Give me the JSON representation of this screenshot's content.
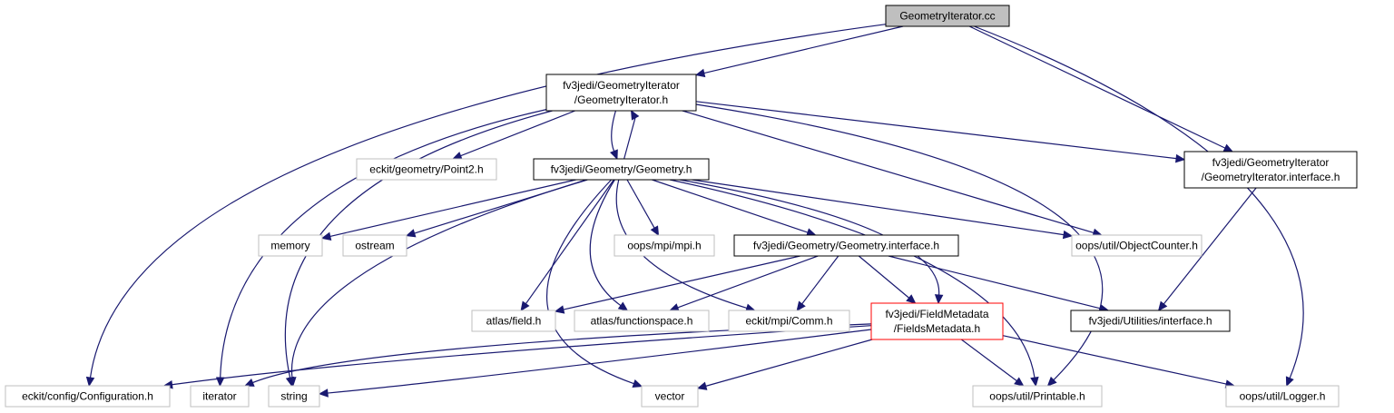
{
  "diagram": {
    "title": "",
    "colors": {
      "edge": "#191970",
      "node_root_fill": "#bfbfbf",
      "node_documented_border": "#000000",
      "node_external_border": "#bfbfbf",
      "node_incomplete_border": "#ff0000",
      "node_fill": "#ffffff"
    },
    "nodes": [
      {
        "id": "root",
        "lines": [
          "GeometryIterator.cc"
        ],
        "style": "root"
      },
      {
        "id": "gi_h",
        "lines": [
          "fv3jedi/GeometryIterator",
          "/GeometryIterator.h"
        ],
        "style": "documented"
      },
      {
        "id": "point2",
        "lines": [
          "eckit/geometry/Point2.h"
        ],
        "style": "external"
      },
      {
        "id": "geom_h",
        "lines": [
          "fv3jedi/Geometry/Geometry.h"
        ],
        "style": "documented"
      },
      {
        "id": "gi_if",
        "lines": [
          "fv3jedi/GeometryIterator",
          "/GeometryIterator.interface.h"
        ],
        "style": "documented"
      },
      {
        "id": "memory",
        "lines": [
          "memory"
        ],
        "style": "external"
      },
      {
        "id": "ostream",
        "lines": [
          "ostream"
        ],
        "style": "external"
      },
      {
        "id": "mpi_h",
        "lines": [
          "oops/mpi/mpi.h"
        ],
        "style": "external"
      },
      {
        "id": "geom_if",
        "lines": [
          "fv3jedi/Geometry/Geometry.interface.h"
        ],
        "style": "documented"
      },
      {
        "id": "objcounter",
        "lines": [
          "oops/util/ObjectCounter.h"
        ],
        "style": "external"
      },
      {
        "id": "field",
        "lines": [
          "atlas/field.h"
        ],
        "style": "external"
      },
      {
        "id": "funcspace",
        "lines": [
          "atlas/functionspace.h"
        ],
        "style": "external"
      },
      {
        "id": "comm",
        "lines": [
          "eckit/mpi/Comm.h"
        ],
        "style": "external"
      },
      {
        "id": "fieldsmeta",
        "lines": [
          "fv3jedi/FieldMetadata",
          "/FieldsMetadata.h"
        ],
        "style": "incomplete"
      },
      {
        "id": "util_if",
        "lines": [
          "fv3jedi/Utilities/interface.h"
        ],
        "style": "documented"
      },
      {
        "id": "config",
        "lines": [
          "eckit/config/Configuration.h"
        ],
        "style": "external"
      },
      {
        "id": "iterator",
        "lines": [
          "iterator"
        ],
        "style": "external"
      },
      {
        "id": "string",
        "lines": [
          "string"
        ],
        "style": "external"
      },
      {
        "id": "vector",
        "lines": [
          "vector"
        ],
        "style": "external"
      },
      {
        "id": "printable",
        "lines": [
          "oops/util/Printable.h"
        ],
        "style": "external"
      },
      {
        "id": "logger",
        "lines": [
          "oops/util/Logger.h"
        ],
        "style": "external"
      }
    ],
    "edges": [
      {
        "from": "root",
        "to": "gi_h"
      },
      {
        "from": "root",
        "to": "config"
      },
      {
        "from": "root",
        "to": "gi_if"
      },
      {
        "from": "root",
        "to": "logger"
      },
      {
        "from": "gi_h",
        "to": "point2"
      },
      {
        "from": "gi_h",
        "to": "geom_h"
      },
      {
        "from": "gi_h",
        "to": "gi_if"
      },
      {
        "from": "gi_h",
        "to": "objcounter"
      },
      {
        "from": "gi_h",
        "to": "printable"
      },
      {
        "from": "gi_h",
        "to": "iterator"
      },
      {
        "from": "gi_h",
        "to": "string"
      },
      {
        "from": "geom_h",
        "to": "gi_h"
      },
      {
        "from": "geom_h",
        "to": "memory"
      },
      {
        "from": "geom_h",
        "to": "ostream"
      },
      {
        "from": "geom_h",
        "to": "mpi_h"
      },
      {
        "from": "geom_h",
        "to": "geom_if"
      },
      {
        "from": "geom_h",
        "to": "objcounter"
      },
      {
        "from": "geom_h",
        "to": "field"
      },
      {
        "from": "geom_h",
        "to": "funcspace"
      },
      {
        "from": "geom_h",
        "to": "comm"
      },
      {
        "from": "geom_h",
        "to": "fieldsmeta"
      },
      {
        "from": "geom_h",
        "to": "printable"
      },
      {
        "from": "geom_h",
        "to": "string"
      },
      {
        "from": "geom_h",
        "to": "vector"
      },
      {
        "from": "gi_if",
        "to": "util_if"
      },
      {
        "from": "geom_if",
        "to": "field"
      },
      {
        "from": "geom_if",
        "to": "funcspace"
      },
      {
        "from": "geom_if",
        "to": "comm"
      },
      {
        "from": "geom_if",
        "to": "fieldsmeta"
      },
      {
        "from": "geom_if",
        "to": "util_if"
      },
      {
        "from": "fieldsmeta",
        "to": "config"
      },
      {
        "from": "fieldsmeta",
        "to": "iterator"
      },
      {
        "from": "fieldsmeta",
        "to": "string"
      },
      {
        "from": "fieldsmeta",
        "to": "vector"
      },
      {
        "from": "fieldsmeta",
        "to": "printable"
      },
      {
        "from": "fieldsmeta",
        "to": "logger"
      }
    ]
  }
}
